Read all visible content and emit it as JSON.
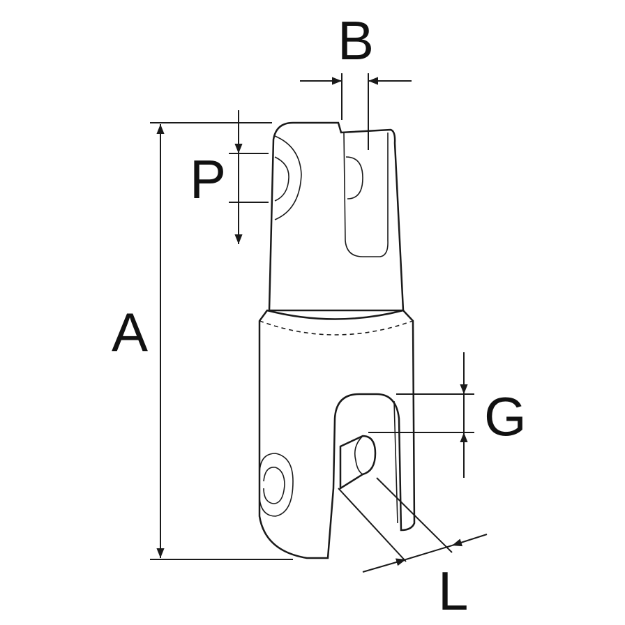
{
  "diagram": {
    "labels": {
      "A": "A",
      "B": "B",
      "P": "P",
      "G": "G",
      "L": "L"
    },
    "line_color": "#1a1a1a"
  }
}
